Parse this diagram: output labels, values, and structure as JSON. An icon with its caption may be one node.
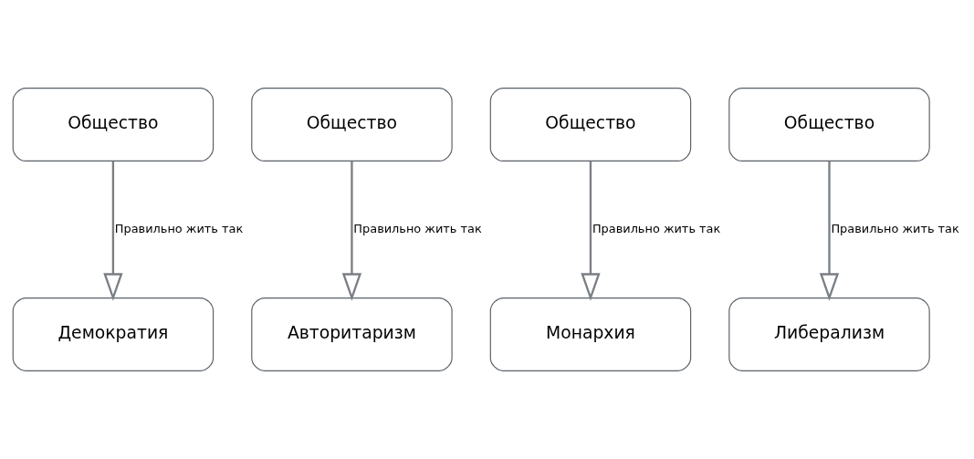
{
  "diagram": {
    "nodes": [
      {
        "text": [
          "Общество"
        ]
      },
      {
        "text": [
          "Общество"
        ]
      },
      {
        "text": [
          "Общество"
        ]
      },
      {
        "text": [
          "Общество"
        ]
      },
      {
        "text": [
          "Демократия"
        ]
      },
      {
        "text": [
          "Авторитаризм"
        ]
      },
      {
        "text": [
          "Монархия"
        ]
      },
      {
        "text": [
          "Либерализм"
        ]
      }
    ],
    "edges": [
      {
        "from": 0,
        "to": 4,
        "arrow": "to",
        "label": "Правильно жить так"
      },
      {
        "from": 1,
        "to": 5,
        "arrow": "to",
        "label": "Правильно жить так"
      },
      {
        "from": 2,
        "to": 6,
        "arrow": "to",
        "label": "Правильно жить так"
      },
      {
        "from": 3,
        "to": 7,
        "arrow": "to",
        "label": "Правильно жить так"
      }
    ]
  }
}
